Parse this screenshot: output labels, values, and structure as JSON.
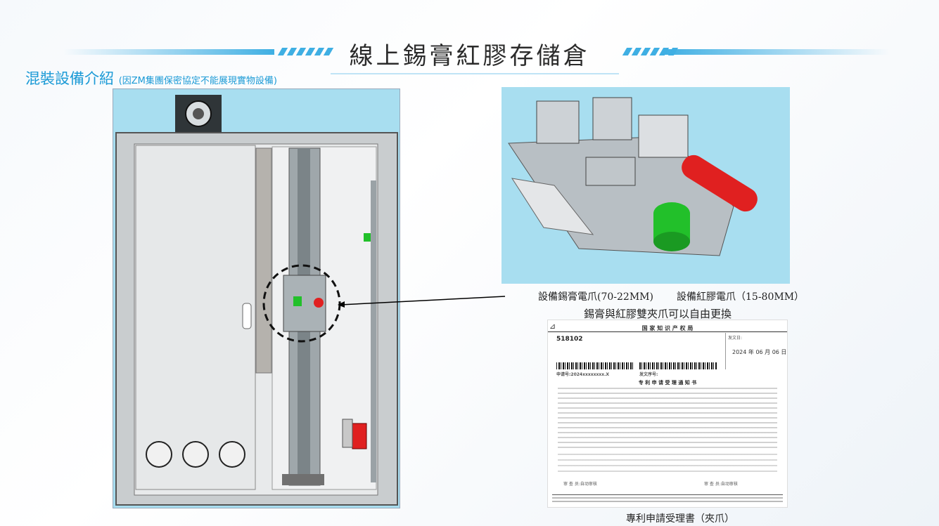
{
  "header": {
    "title": "線上錫膏紅膠存儲倉",
    "subtitle": "混裝設備介紹",
    "subtitle_note": "(因ZM集團保密協定不能展現實物設備)"
  },
  "gripper": {
    "label_solder": "設備錫膏電爪(70-22MM)",
    "label_glue": "設備紅膠電爪（15-80MM）",
    "swap_note": "錫膏與紅膠雙夾爪可以自由更換"
  },
  "patent_doc": {
    "authority": "国 家 知 识 产 权 局",
    "doc_no": "518102",
    "send_date_label": "发文日:",
    "date": "2024 年 06 月 06 日",
    "app_no_label": "申请号:",
    "app_no": "2024xxxxxxxx.X",
    "send_no_label": "发文序号:",
    "notice_title": "专 利 申 请 受 理 通 知 书",
    "examiner_label": "审 查 员:",
    "examiner_value": "自动审核",
    "caption": "專利申請受理書（夾爪）"
  },
  "colors": {
    "accent": "#3fafe3",
    "subtitle": "#1b9ad6",
    "panel_bg": "#a8def0",
    "gripper_red": "#e02020",
    "gripper_green": "#22c02a"
  }
}
